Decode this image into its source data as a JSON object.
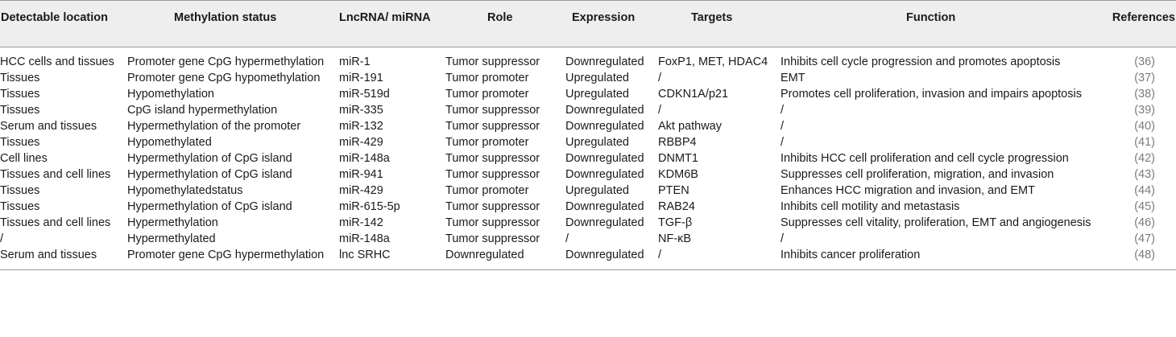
{
  "table": {
    "headers": {
      "location": "Detectable location",
      "methylation": "Methylation status",
      "lnc": "LncRNA/ miRNA",
      "role": "Role",
      "expression": "Expression",
      "targets": "Targets",
      "function": "Function",
      "references": "References"
    },
    "rows": [
      {
        "location": "HCC cells and tissues",
        "methylation": "Promoter gene CpG hypermethylation",
        "lnc": "miR-1",
        "role": "Tumor suppressor",
        "expression": "Downregulated",
        "targets": "FoxP1, MET, HDAC4",
        "function": "Inhibits cell cycle progression and promotes apoptosis",
        "ref": "(36)"
      },
      {
        "location": "Tissues",
        "methylation": "Promoter gene CpG hypomethylation",
        "lnc": "miR-191",
        "role": "Tumor promoter",
        "expression": "Upregulated",
        "targets": "/",
        "function": "EMT",
        "ref": "(37)"
      },
      {
        "location": "Tissues",
        "methylation": "Hypomethylation",
        "lnc": "miR-519d",
        "role": "Tumor promoter",
        "expression": "Upregulated",
        "targets": " CDKN1A/p21",
        "function": "Promotes cell proliferation, invasion and impairs apoptosis",
        "ref": "(38)"
      },
      {
        "location": "Tissues",
        "methylation": "CpG island hypermethylation",
        "lnc": "miR-335",
        "role": "Tumor suppressor",
        "expression": "Downregulated",
        "targets": "/",
        "function": "/",
        "ref": "(39)"
      },
      {
        "location": "Serum and tissues",
        "methylation": "Hypermethylation of the promoter",
        "lnc": "miR-132",
        "role": "Tumor suppressor",
        "expression": "Downregulated",
        "targets": "Akt pathway",
        "function": "/",
        "ref": "(40)"
      },
      {
        "location": "Tissues",
        "methylation": "Hypomethylated",
        "lnc": " miR-429",
        "role": "Tumor promoter",
        "expression": "Upregulated",
        "targets": "RBBP4",
        "function": "/",
        "ref": "(41)"
      },
      {
        "location": "Cell lines",
        "methylation": "Hypermethylation of CpG island",
        "lnc": " miR-148a",
        "role": "Tumor suppressor",
        "expression": "Downregulated",
        "targets": "DNMT1",
        "function": "Inhibits HCC cell proliferation and cell cycle progression",
        "ref": "(42)"
      },
      {
        "location": "Tissues and cell lines",
        "methylation": "Hypermethylation of CpG island",
        "lnc": "miR-941",
        "role": "Tumor suppressor",
        "expression": "Downregulated",
        "targets": "KDM6B",
        "function": "Suppresses cell proliferation, migration, and invasion",
        "ref": "(43)"
      },
      {
        "location": "Tissues",
        "methylation": "Hypomethylatedstatus",
        "lnc": "miR-429",
        "role": "Tumor promoter",
        "expression": "Upregulated",
        "targets": " PTEN",
        "function": "Enhances HCC migration and invasion, and EMT",
        "ref": "(44)"
      },
      {
        "location": "Tissues",
        "methylation": "Hypermethylation of CpG island",
        "lnc": "miR-615-5p",
        "role": "Tumor suppressor",
        "expression": "Downregulated",
        "targets": "RAB24",
        "function": "Inhibits cell motility and metastasis",
        "ref": "(45)"
      },
      {
        "location": "Tissues and cell lines",
        "methylation": "Hypermethylation",
        "lnc": "miR-142",
        "role": "Tumor suppressor",
        "expression": "Downregulated",
        "targets": "TGF-β",
        "function": "Suppresses cell vitality, proliferation, EMT and angiogenesis",
        "ref": "(46)"
      },
      {
        "location": "/",
        "methylation": "Hypermethylated",
        "lnc": "miR-148a",
        "role": "Tumor suppressor",
        "expression": "/",
        "targets": "NF-κB",
        "function": "/",
        "ref": "(47)"
      },
      {
        "location": "Serum and tissues",
        "methylation": "Promoter gene CpG hypermethylation",
        "lnc": "lnc SRHC",
        "role": "Downregulated",
        "expression": "Downregulated",
        "targets": "/",
        "function": "Inhibits cancer proliferation",
        "ref": "(48)"
      }
    ]
  }
}
